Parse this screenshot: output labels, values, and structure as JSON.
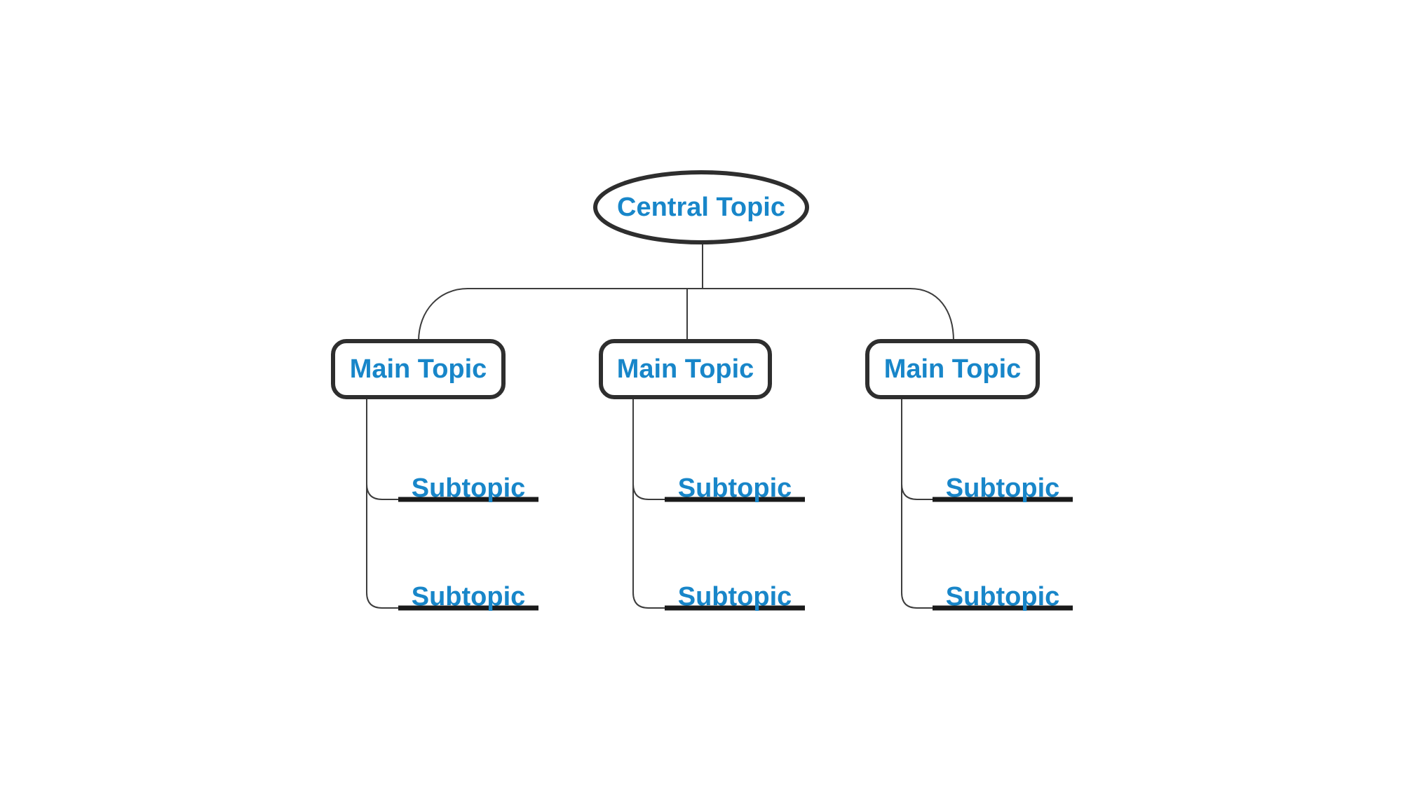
{
  "diagram": {
    "type": "mindmap",
    "root": {
      "label": "Central Topic",
      "shape": "ellipse"
    },
    "branches": [
      {
        "label": "Main Topic",
        "shape": "rounded-rectangle",
        "children": [
          {
            "label": "Subtopic"
          },
          {
            "label": "Subtopic"
          }
        ]
      },
      {
        "label": "Main Topic",
        "shape": "rounded-rectangle",
        "children": [
          {
            "label": "Subtopic"
          },
          {
            "label": "Subtopic"
          }
        ]
      },
      {
        "label": "Main Topic",
        "shape": "rounded-rectangle",
        "children": [
          {
            "label": "Subtopic"
          },
          {
            "label": "Subtopic"
          }
        ]
      }
    ]
  },
  "colors": {
    "node-text": "#1886c9",
    "node-border": "#2e2e2e",
    "connector-line": "#3d3d3d",
    "subtopic-underline": "#1a1a1a",
    "node-fill": "#ffffff",
    "canvas-background": "#ffffff"
  }
}
